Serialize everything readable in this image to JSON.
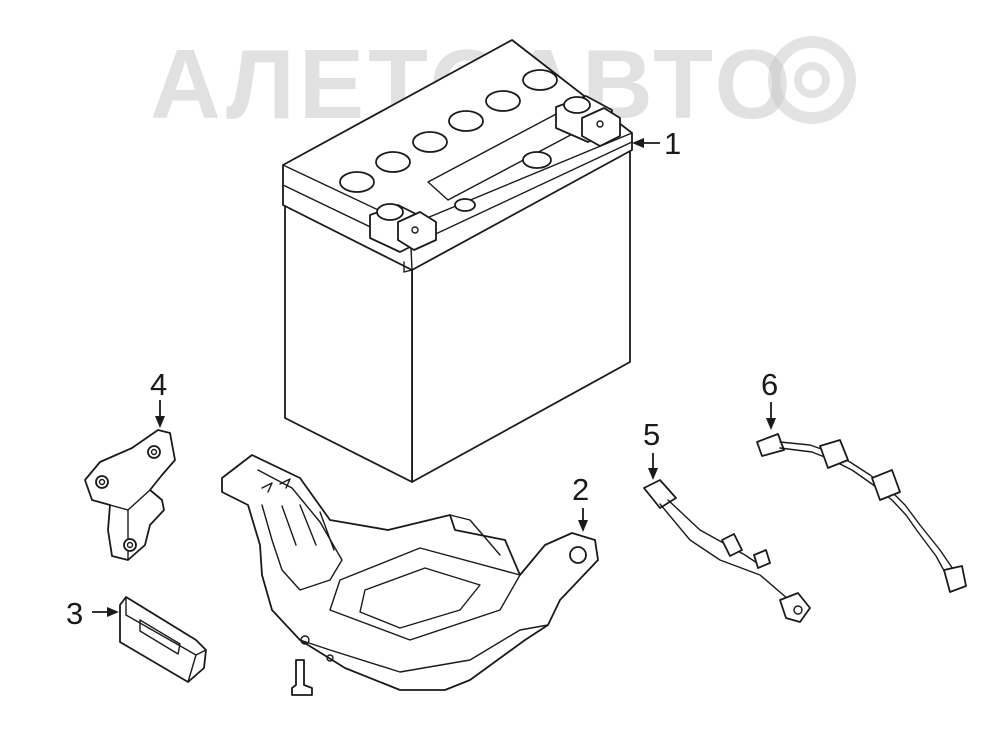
{
  "watermark": {
    "text": "АЛЕТОАВТО"
  },
  "callouts": [
    {
      "id": "1",
      "label": "1"
    },
    {
      "id": "2",
      "label": "2"
    },
    {
      "id": "3",
      "label": "3"
    },
    {
      "id": "4",
      "label": "4"
    },
    {
      "id": "5",
      "label": "5"
    },
    {
      "id": "6",
      "label": "6"
    }
  ],
  "parts": [
    {
      "callout": "1",
      "icon": "battery-icon"
    },
    {
      "callout": "2",
      "icon": "battery-tray-icon"
    },
    {
      "callout": "3",
      "icon": "clip-icon"
    },
    {
      "callout": "4",
      "icon": "bracket-icon"
    },
    {
      "callout": "5",
      "icon": "sensor-cable-icon"
    },
    {
      "callout": "6",
      "icon": "wire-harness-icon"
    }
  ]
}
